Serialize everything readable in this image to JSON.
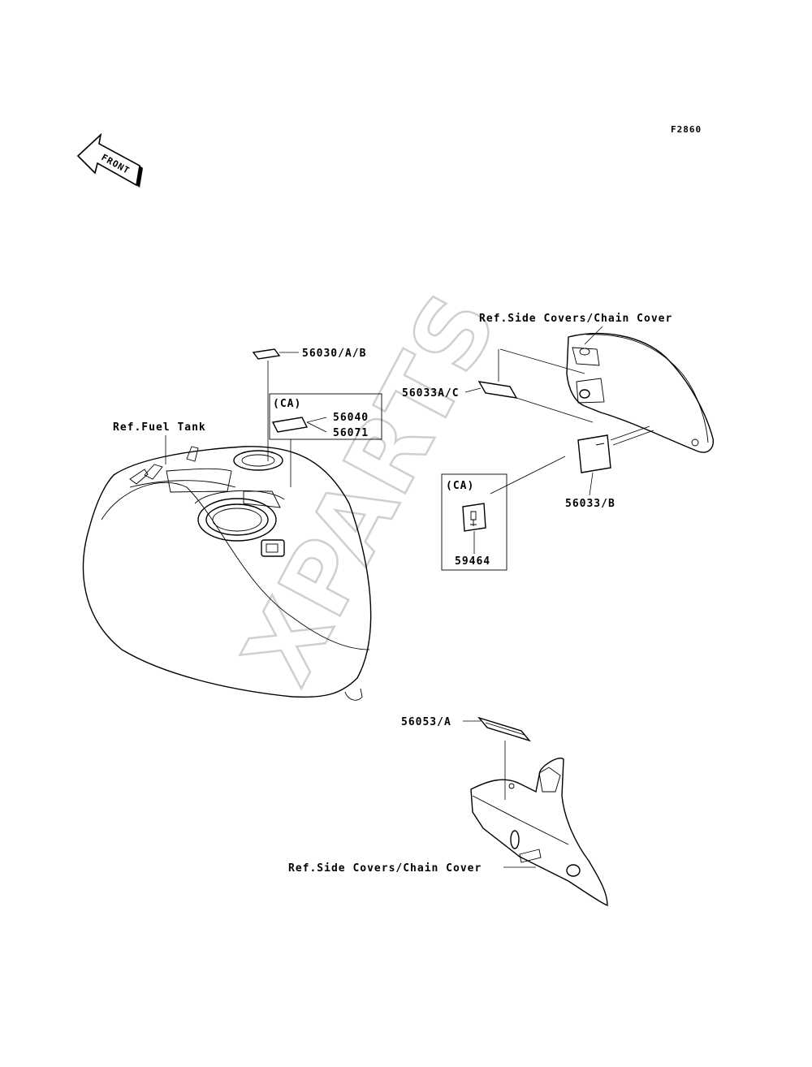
{
  "figure_code": "F2860",
  "front_arrow_label": "FRONT",
  "watermark": "XPARTS",
  "labels": {
    "ref_fuel_tank": "Ref.Fuel Tank",
    "ref_side_covers_top": "Ref.Side Covers/Chain Cover",
    "ref_side_covers_bottom": "Ref.Side Covers/Chain Cover"
  },
  "parts": {
    "p56030": "56030/A/B",
    "ca_box1_tag": "(CA)",
    "p56040": "56040",
    "p56071": "56071",
    "p56033ac": "56033A/C",
    "p56033b": "56033/B",
    "ca_box2_tag": "(CA)",
    "p59464": "59464",
    "p56053a": "56053/A"
  }
}
